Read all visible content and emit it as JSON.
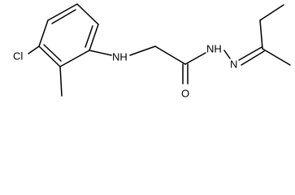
{
  "molecule": {
    "atoms": {
      "chlorine": "Cl",
      "amine_nitrogen": "NH",
      "carbonyl_oxygen": "O",
      "hydrazide_nitrogen": "NH",
      "imine_nitrogen": "N"
    }
  },
  "colors": {
    "bond": "#000000",
    "label": "#000000",
    "background": "#ffffff"
  }
}
